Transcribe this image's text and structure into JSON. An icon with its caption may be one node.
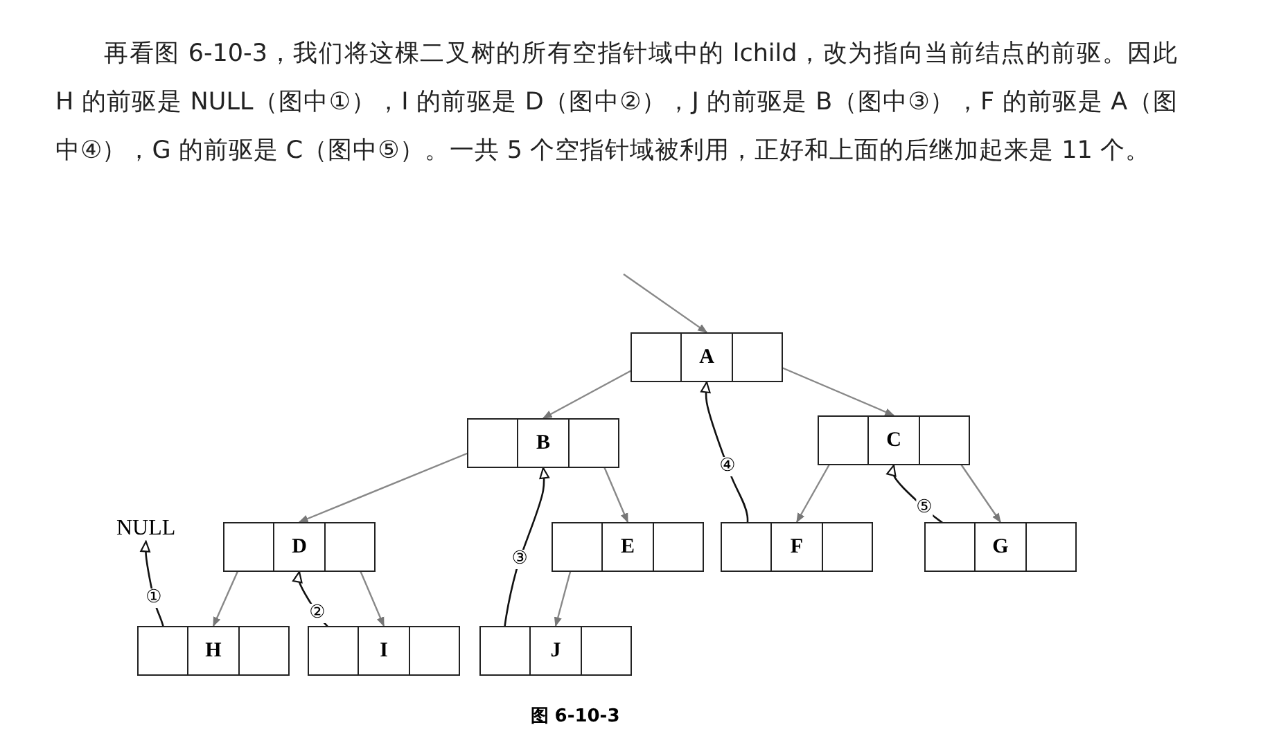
{
  "diagram": {
    "caption": "图 6-10-3",
    "nodes": [
      {
        "text": [
          "A"
        ]
      },
      {
        "text": [
          "B"
        ]
      },
      {
        "text": [
          "C"
        ]
      },
      {
        "text": [
          "D"
        ]
      },
      {
        "text": [
          "E"
        ]
      },
      {
        "text": [
          "F"
        ]
      },
      {
        "text": [
          "G"
        ]
      },
      {
        "text": [
          "H"
        ]
      },
      {
        "text": [
          "I"
        ]
      },
      {
        "text": [
          "J"
        ]
      },
      {
        "text": [
          "NULL"
        ]
      }
    ],
    "edges": [
      {
        "from": null,
        "to": 0,
        "arrow": "to"
      },
      {
        "from": 0,
        "to": 1,
        "arrow": "to"
      },
      {
        "from": 0,
        "to": 2,
        "arrow": "to"
      },
      {
        "from": 1,
        "to": 3,
        "arrow": "to"
      },
      {
        "from": 1,
        "to": 4,
        "arrow": "to"
      },
      {
        "from": 2,
        "to": 5,
        "arrow": "to"
      },
      {
        "from": 2,
        "to": 6,
        "arrow": "to"
      },
      {
        "from": 3,
        "to": 7,
        "arrow": "to"
      },
      {
        "from": 3,
        "to": 8,
        "arrow": "to"
      },
      {
        "from": 4,
        "to": 9,
        "arrow": "to"
      },
      {
        "from": 7,
        "to": 10,
        "arrow": "to",
        "label": "①",
        "color": "#111111"
      },
      {
        "from": 8,
        "to": 3,
        "arrow": "to",
        "label": "②",
        "color": "#111111"
      },
      {
        "from": 9,
        "to": 1,
        "arrow": "to",
        "label": "③",
        "color": "#111111"
      },
      {
        "from": 5,
        "to": 0,
        "arrow": "to",
        "label": "④",
        "color": "#111111"
      },
      {
        "from": 6,
        "to": 2,
        "arrow": "to",
        "label": "⑤",
        "color": "#111111"
      }
    ],
    "labels": [
      "再看图 6-10-3，我们将这棵二叉树的所有空指针域中的 lchild，改为指向当前结点的前驱。因此 H 的前驱是 NULL（图中①），I 的前驱是 D（图中②），J 的前驱是 B（图中③），F 的前驱是 A（图中④），G 的前驱是 C（图中⑤）。一共 5 个空指针域被利用，正好和上面的后继加起来是 11 个。"
    ]
  }
}
